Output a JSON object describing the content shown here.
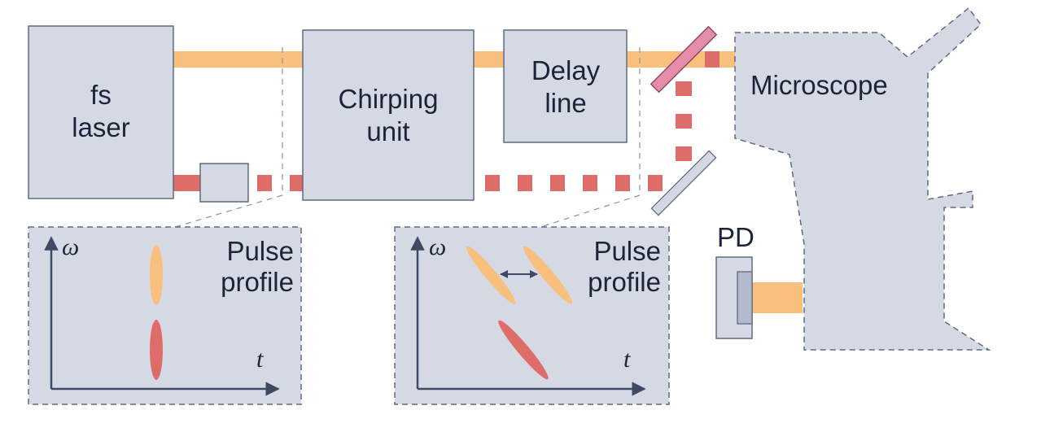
{
  "colors": {
    "beam_orange": "#f9bf7c",
    "beam_red": "#de6d6a",
    "box_fill": "#d5d9e3",
    "box_stroke": "#5f6b80",
    "mirror_pink": "#e48ca8",
    "axis": "#3e4a64"
  },
  "components": {
    "laser": [
      "fs",
      "laser"
    ],
    "chirping": [
      "Chirping",
      "unit"
    ],
    "delay": [
      "Delay",
      "line"
    ],
    "microscope": "Microscope",
    "detector": "PD"
  },
  "insets": [
    {
      "title": [
        "Pulse",
        "profile"
      ],
      "y_axis": "ω",
      "x_axis": "t"
    },
    {
      "title": [
        "Pulse",
        "profile"
      ],
      "y_axis": "ω",
      "x_axis": "t"
    }
  ]
}
